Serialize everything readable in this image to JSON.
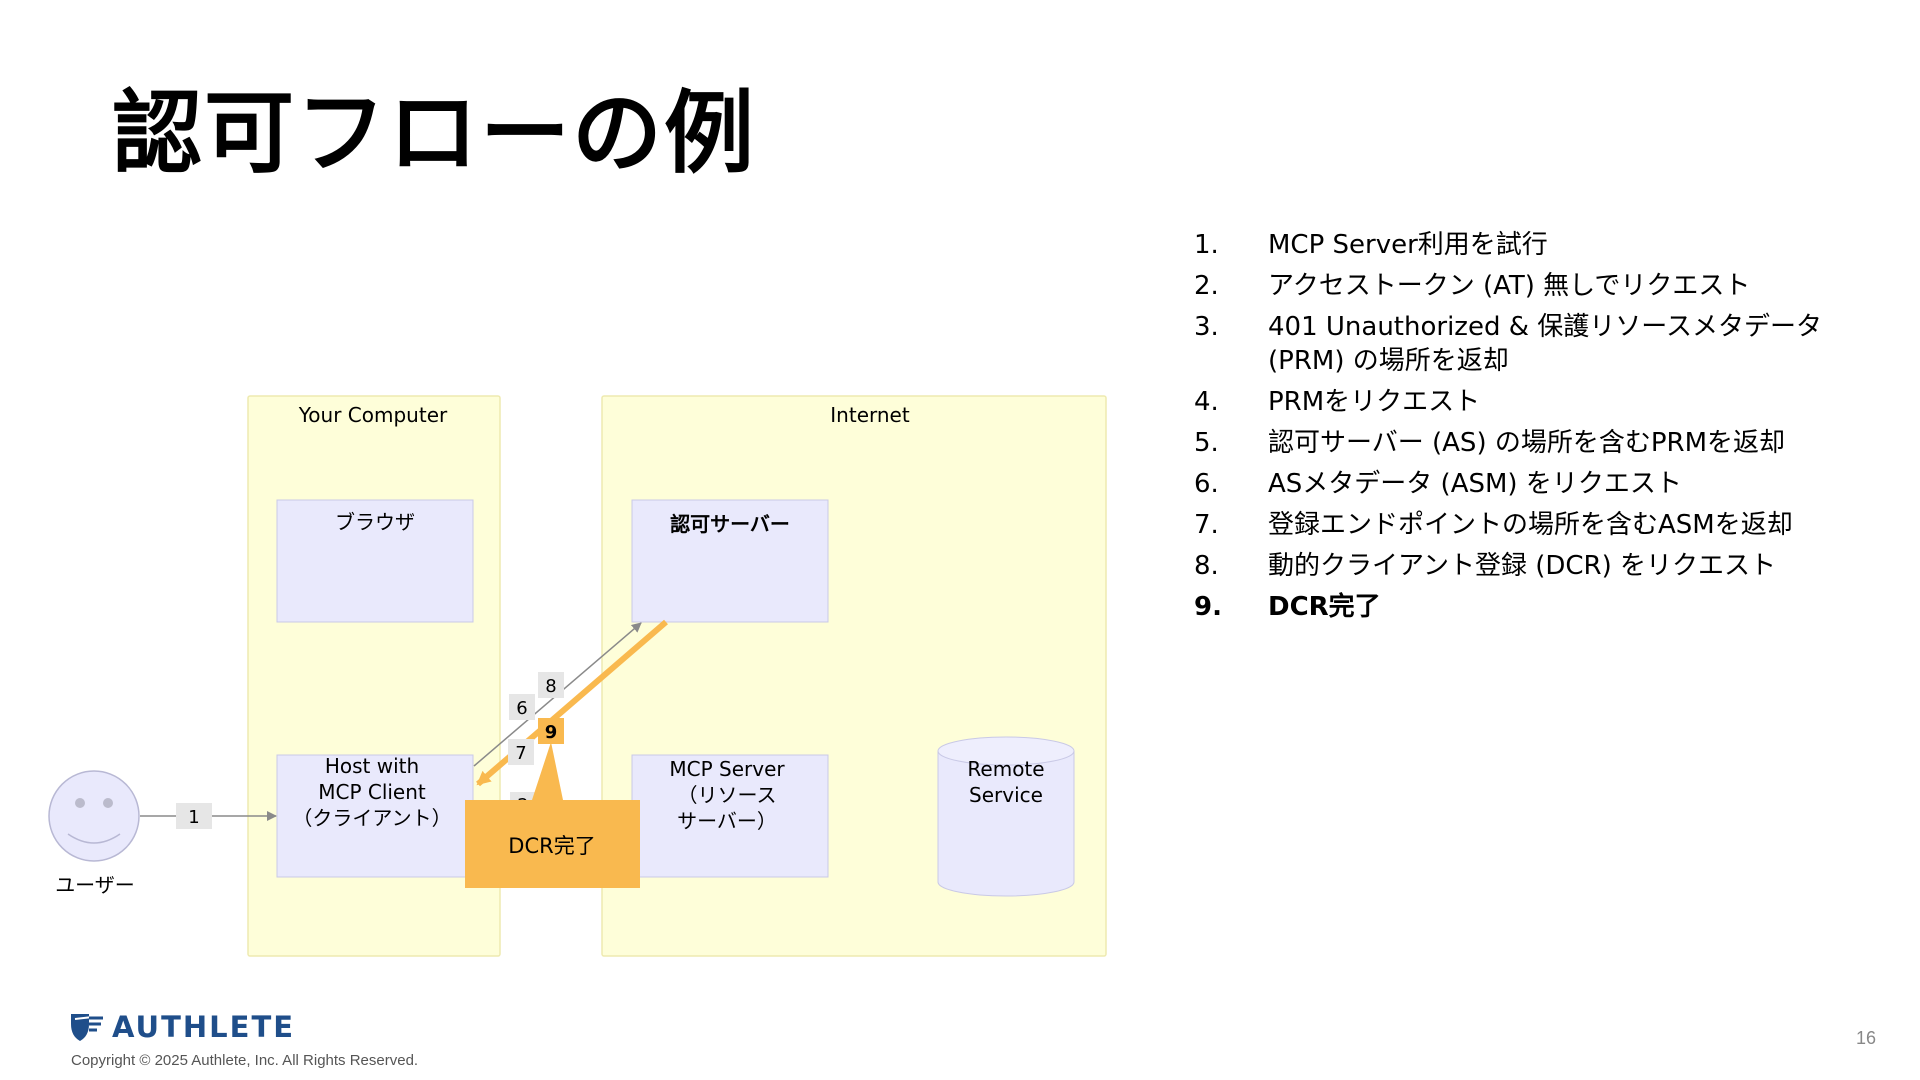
{
  "slide": {
    "title": "認可フローの例",
    "page_number": "16",
    "copyright": "Copyright © 2025 Authlete, Inc. All Rights Reserved.",
    "logo_text": "AUTHLETE"
  },
  "diagram": {
    "zones": {
      "your_computer": "Your Computer",
      "internet": "Internet"
    },
    "nodes": {
      "browser": "ブラウザ",
      "auth_server": "認可サーバー",
      "client": [
        "Host with",
        "MCP Client",
        "（クライアント）"
      ],
      "mcp_server": [
        "MCP Server",
        "（リソース",
        "サーバー）"
      ],
      "remote_service": [
        "Remote",
        "Service"
      ],
      "user": "ユーザー"
    },
    "step_labels": {
      "s1": "1",
      "s2": "2",
      "s6": "6",
      "s7": "7",
      "s8": "8",
      "s9": "9"
    },
    "callout": "DCR完了",
    "colors": {
      "zone_fill": "#fefed9",
      "node_fill": "#e9e9fc",
      "highlight": "#f9b94f",
      "arrow": "#8a8a8a"
    }
  },
  "steps": [
    {
      "num": "1.",
      "text": "MCP Server利用を試行"
    },
    {
      "num": "2.",
      "text": "アクセストークン (AT) 無しでリクエスト"
    },
    {
      "num": "3.",
      "text": "401 Unauthorized & 保護リソースメタデータ (PRM) の場所を返却"
    },
    {
      "num": "4.",
      "text": "PRMをリクエスト"
    },
    {
      "num": "5.",
      "text": "認可サーバー (AS) の場所を含むPRMを返却"
    },
    {
      "num": "6.",
      "text": "ASメタデータ (ASM) をリクエスト"
    },
    {
      "num": "7.",
      "text": "登録エンドポイントの場所を含むASMを返却"
    },
    {
      "num": "8.",
      "text": "動的クライアント登録 (DCR) をリクエスト"
    },
    {
      "num": "9.",
      "text": "DCR完了"
    }
  ]
}
